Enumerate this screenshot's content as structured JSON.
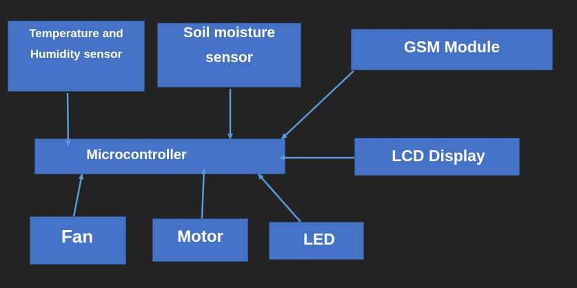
{
  "diagram": {
    "nodes": {
      "temperature_humidity": {
        "label_line1": "Temperature and",
        "label_line2": "Humidity sensor"
      },
      "soil_moisture": {
        "label_line1": "Soil moisture",
        "label_line2": "sensor"
      },
      "gsm": {
        "label": "GSM Module"
      },
      "microcontroller": {
        "label": "Microcontroller"
      },
      "lcd": {
        "label": "LCD Display"
      },
      "fan": {
        "label": "Fan"
      },
      "motor": {
        "label": "Motor"
      },
      "led": {
        "label": "LED"
      }
    },
    "connections": [
      {
        "from": "Temperature and Humidity sensor",
        "to": "Microcontroller"
      },
      {
        "from": "Soil moisture sensor",
        "to": "Microcontroller"
      },
      {
        "from": "GSM Module",
        "to": "Microcontroller"
      },
      {
        "from": "LCD Display",
        "to": "Microcontroller"
      },
      {
        "from": "Fan",
        "to": "Microcontroller"
      },
      {
        "from": "Motor",
        "to": "Microcontroller"
      },
      {
        "from": "LED",
        "to": "Microcontroller"
      }
    ],
    "colors": {
      "background": "#232323",
      "box_fill": "#4472c4",
      "box_border": "#2f528f",
      "text": "#ffffff",
      "arrow": "#5b9bd5"
    }
  }
}
